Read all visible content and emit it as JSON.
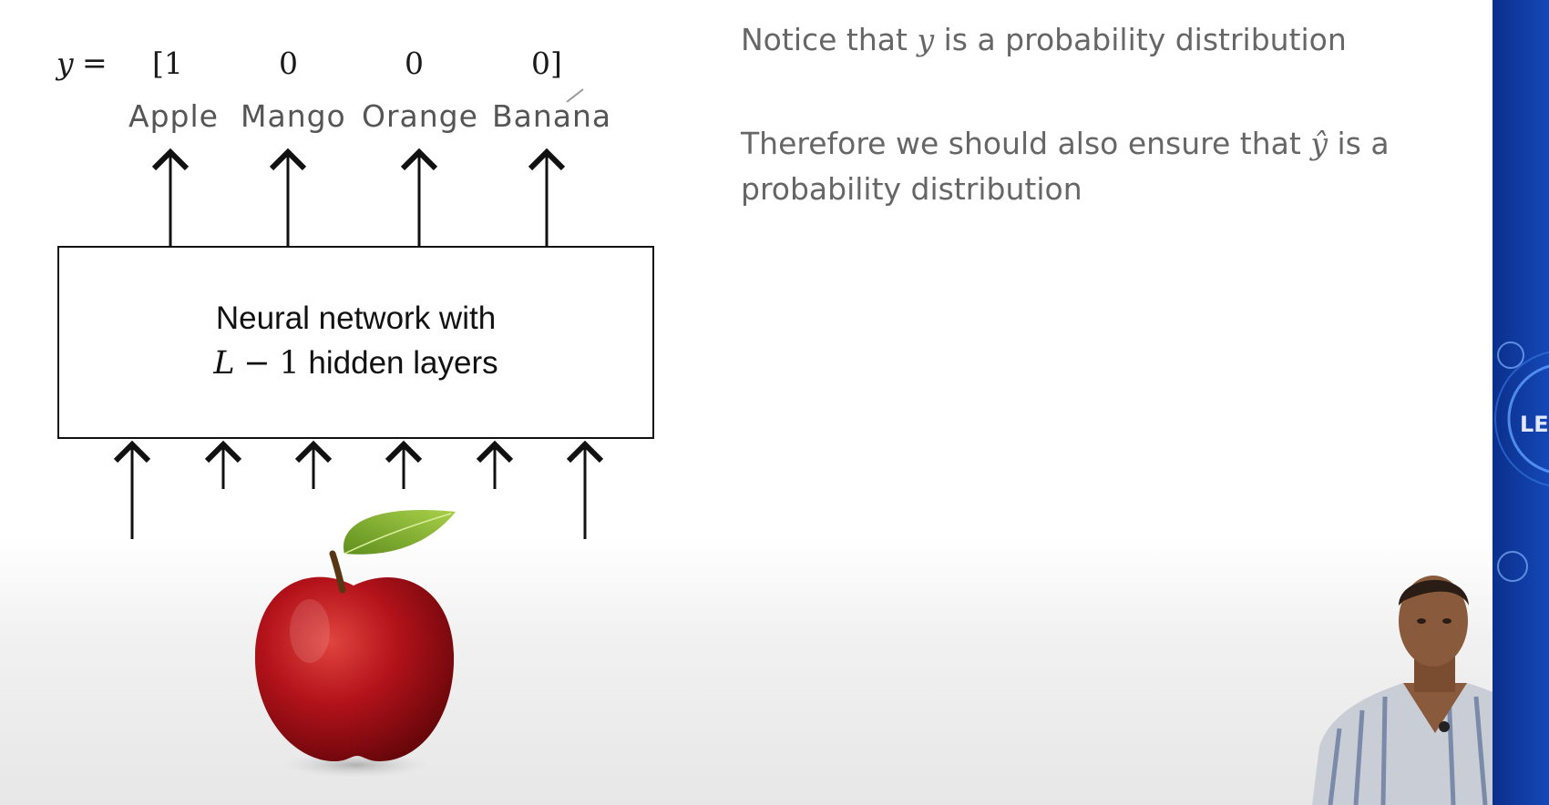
{
  "equation": {
    "lhs": "y",
    "eq": "=",
    "values": [
      "[1",
      "0",
      "0",
      "0]"
    ]
  },
  "classes": [
    "Apple",
    "Mango",
    "Orange",
    "Banana"
  ],
  "network": {
    "line1": "Neural network with",
    "line2_math_var": "L",
    "line2_math_op": "−",
    "line2_math_num": "1",
    "line2_text": "hidden layers"
  },
  "notes": {
    "notice_pre": "Notice that",
    "notice_var": "y",
    "notice_post": "is a probability distribution",
    "therefore_pre": "Therefore we should also ensure that",
    "therefore_var": "ŷ",
    "therefore_post": "is a probability distribution"
  },
  "side_panel": {
    "text": "LEA",
    "color": "#1448b8"
  },
  "icons": [
    "apple-image",
    "presenter-video",
    "network-icon"
  ]
}
